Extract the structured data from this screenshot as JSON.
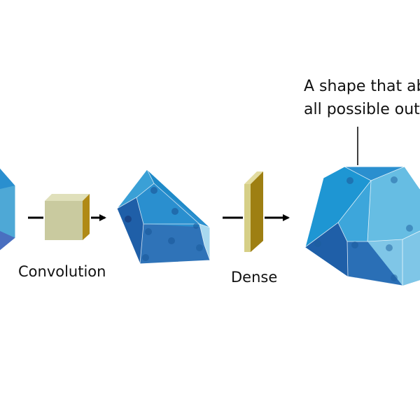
{
  "labels": {
    "convolution": "Convolution",
    "dense": "Dense",
    "annotation_line1": "A shape that ab",
    "annotation_line2": "all possible outp"
  },
  "colors": {
    "polytope_dark": "#1f5fa8",
    "polytope_mid": "#2a8fcf",
    "polytope_light": "#5fb9e0",
    "polytope_pale": "#a9d9ef",
    "conv_block_face": "#c9ca9f",
    "conv_block_side": "#b08a16",
    "dense_face": "#d6cf86",
    "dense_side": "#9e7f12",
    "arrow": "#000000"
  }
}
